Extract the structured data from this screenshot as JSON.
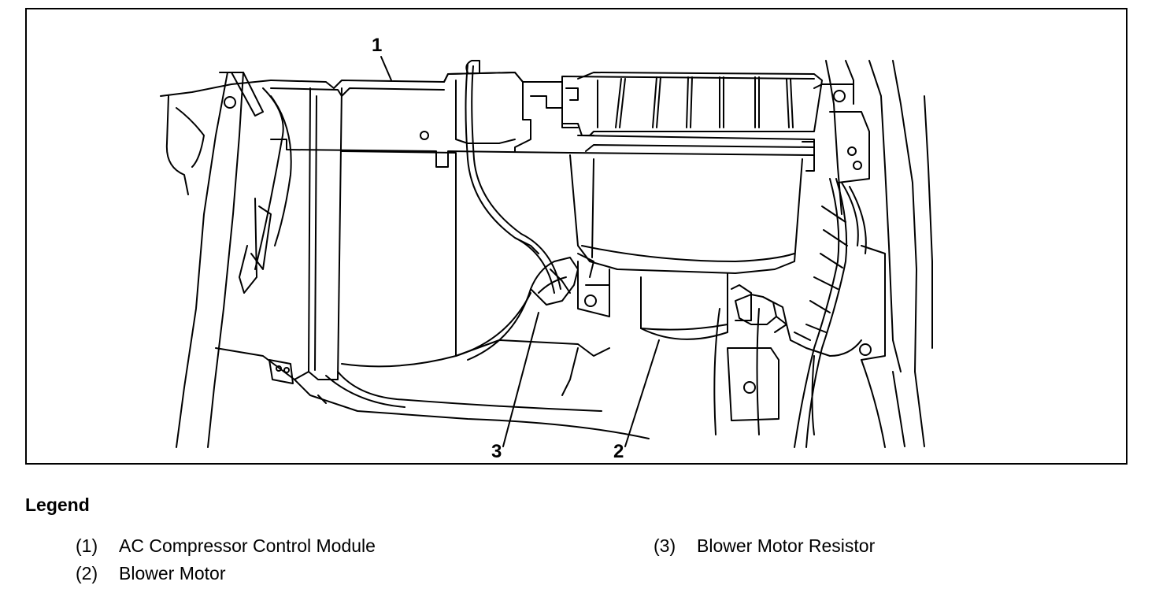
{
  "diagram": {
    "callouts": [
      {
        "id": "1",
        "label": "1"
      },
      {
        "id": "2",
        "label": "2"
      },
      {
        "id": "3",
        "label": "3"
      }
    ]
  },
  "legend": {
    "title": "Legend",
    "entries": [
      {
        "number": "(1)",
        "text": "AC Compressor Control Module"
      },
      {
        "number": "(2)",
        "text": "Blower Motor"
      },
      {
        "number": "(3)",
        "text": "Blower Motor Resistor"
      }
    ]
  },
  "colors": {
    "line": "#000000",
    "background": "#ffffff"
  }
}
